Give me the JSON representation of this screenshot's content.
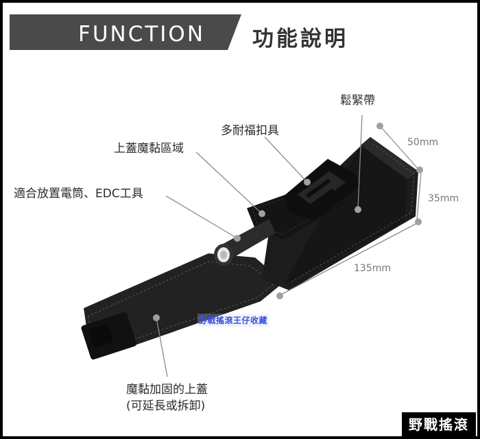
{
  "header": {
    "title": "FUNCTION",
    "subtitle": "功能說明"
  },
  "callouts": {
    "loosen_strap": "鬆緊帶",
    "duraflex_buckle": "多耐福扣具",
    "top_velcro_area": "上蓋魔黏區域",
    "fits_flashlight": "適合放置電筒、EDC工具",
    "velcro_flap_line1": "魔黏加固的上蓋",
    "velcro_flap_line2": "(可延長或拆卸)"
  },
  "dimensions": {
    "width": "50mm",
    "depth": "35mm",
    "length": "135mm"
  },
  "watermark": "野戰搖滾王仔收藏",
  "brand": "野戰搖滾",
  "colors": {
    "background": "#000000",
    "panel": "#ffffff",
    "banner": "#4a4a4a",
    "pouch": "#1c1c1c",
    "leader_line": "#8a8a8a"
  }
}
